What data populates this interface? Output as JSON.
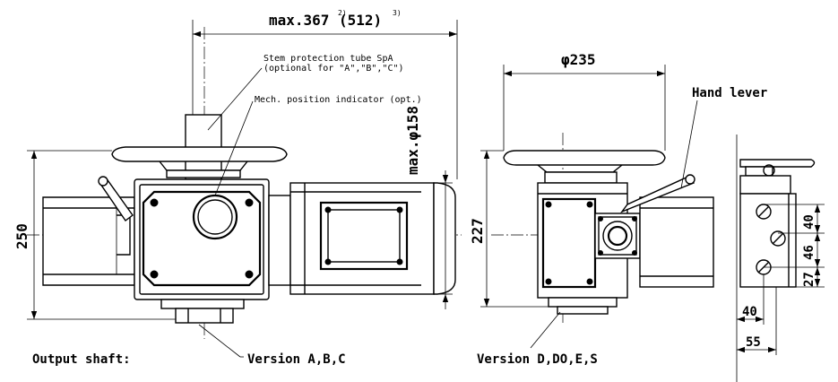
{
  "dimensions": {
    "max_length": "max.367",
    "max_length_note": "2)",
    "max_length_alt": "(512)",
    "max_length_alt_note": "3)",
    "max_diameter": "max.φ158",
    "height_left": "250",
    "diameter_top": "φ235",
    "height_right": "227",
    "d40_v": "40",
    "d46": "46",
    "d27": "27",
    "d40_h": "40",
    "d55": "55"
  },
  "labels": {
    "stem_line1": "Stem protection tube SpA",
    "stem_line2": "(optional for \"A\",\"B\",\"C\")",
    "indicator": "Mech. position indicator (opt.)",
    "hand_lever": "Hand lever",
    "output_shaft": "Output shaft:",
    "version_abc": "Version A,B,C",
    "version_d": "Version D,DO,E,S"
  }
}
